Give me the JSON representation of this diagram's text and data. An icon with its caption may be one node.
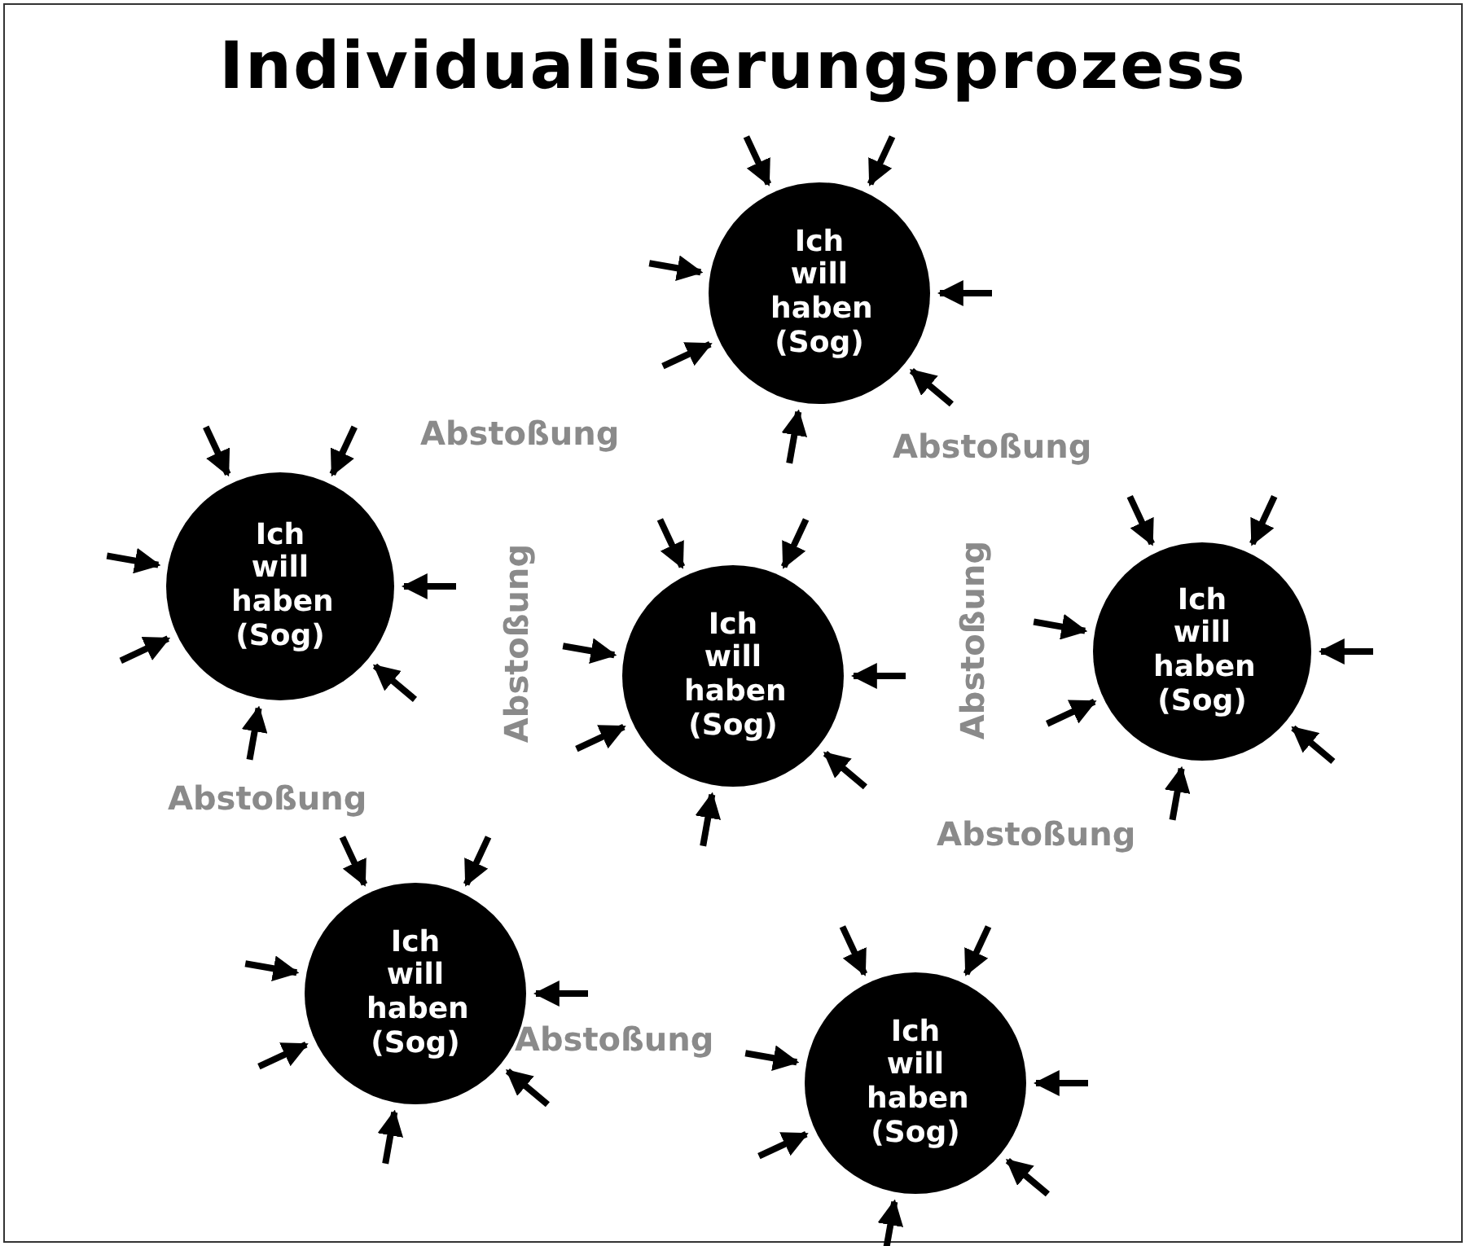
{
  "diagram": {
    "title": "Individualisierungsprozess",
    "nodes": [
      {
        "text": [
          "Ich will haben (Sog)"
        ]
      },
      {
        "text": [
          "Ich will haben (Sog)"
        ]
      },
      {
        "text": [
          "Ich will haben (Sog)"
        ]
      },
      {
        "text": [
          "Ich will haben (Sog)"
        ]
      },
      {
        "text": [
          "Ich will haben (Sog)"
        ]
      },
      {
        "text": [
          "Ich will haben (Sog)"
        ]
      }
    ],
    "edges": [
      {
        "from": null,
        "to": 0,
        "arrow": "to"
      },
      {
        "from": null,
        "to": 0,
        "arrow": "to"
      },
      {
        "from": null,
        "to": 0,
        "arrow": "to"
      },
      {
        "from": null,
        "to": 0,
        "arrow": "to"
      },
      {
        "from": null,
        "to": 0,
        "arrow": "to"
      },
      {
        "from": null,
        "to": 0,
        "arrow": "to"
      },
      {
        "from": null,
        "to": 0,
        "arrow": "to"
      },
      {
        "from": null,
        "to": 1,
        "arrow": "to"
      },
      {
        "from": null,
        "to": 1,
        "arrow": "to"
      },
      {
        "from": null,
        "to": 1,
        "arrow": "to"
      },
      {
        "from": null,
        "to": 1,
        "arrow": "to"
      },
      {
        "from": null,
        "to": 1,
        "arrow": "to"
      },
      {
        "from": null,
        "to": 1,
        "arrow": "to"
      },
      {
        "from": null,
        "to": 1,
        "arrow": "to"
      },
      {
        "from": null,
        "to": 2,
        "arrow": "to"
      },
      {
        "from": null,
        "to": 2,
        "arrow": "to"
      },
      {
        "from": null,
        "to": 2,
        "arrow": "to"
      },
      {
        "from": null,
        "to": 2,
        "arrow": "to"
      },
      {
        "from": null,
        "to": 2,
        "arrow": "to"
      },
      {
        "from": null,
        "to": 2,
        "arrow": "to"
      },
      {
        "from": null,
        "to": 2,
        "arrow": "to"
      },
      {
        "from": null,
        "to": 3,
        "arrow": "to"
      },
      {
        "from": null,
        "to": 3,
        "arrow": "to"
      },
      {
        "from": null,
        "to": 3,
        "arrow": "to"
      },
      {
        "from": null,
        "to": 3,
        "arrow": "to"
      },
      {
        "from": null,
        "to": 3,
        "arrow": "to"
      },
      {
        "from": null,
        "to": 3,
        "arrow": "to"
      },
      {
        "from": null,
        "to": 3,
        "arrow": "to"
      },
      {
        "from": null,
        "to": 4,
        "arrow": "to"
      },
      {
        "from": null,
        "to": 4,
        "arrow": "to"
      },
      {
        "from": null,
        "to": 4,
        "arrow": "to"
      },
      {
        "from": null,
        "to": 4,
        "arrow": "to"
      },
      {
        "from": null,
        "to": 4,
        "arrow": "to"
      },
      {
        "from": null,
        "to": 4,
        "arrow": "to"
      },
      {
        "from": null,
        "to": 4,
        "arrow": "to"
      },
      {
        "from": null,
        "to": 5,
        "arrow": "to"
      },
      {
        "from": null,
        "to": 5,
        "arrow": "to"
      },
      {
        "from": null,
        "to": 5,
        "arrow": "to"
      },
      {
        "from": null,
        "to": 5,
        "arrow": "to"
      },
      {
        "from": null,
        "to": 5,
        "arrow": "to"
      },
      {
        "from": null,
        "to": 5,
        "arrow": "to"
      },
      {
        "from": null,
        "to": 5,
        "arrow": "to"
      }
    ],
    "labels": [
      "Abstoßung",
      "Abstoßung",
      "Abstoßung",
      "Abstoßung",
      "Abstoßung",
      "Abstoßung",
      "Abstoßung"
    ]
  }
}
